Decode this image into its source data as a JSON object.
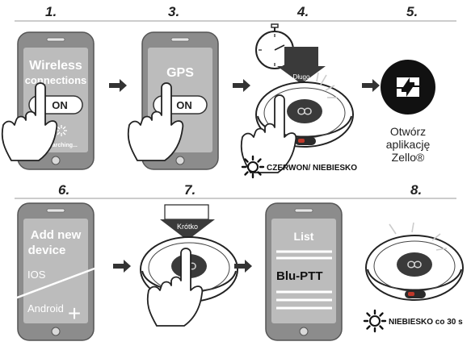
{
  "steps": [
    "1.",
    "3.",
    "4.",
    "5.",
    "6.",
    "7.",
    "8."
  ],
  "screens": {
    "s1_title_line1": "Wireless",
    "s1_title_line2": "connections",
    "s1_button": "ON",
    "s1_status": "Searching...",
    "s3_title": "GPS",
    "s3_button": "ON",
    "s6_title_line1": "Add new",
    "s6_title_line2": "device",
    "s6_opt1": "IOS",
    "s6_opt2": "Android",
    "s6_plus": "+",
    "s8_title": "List",
    "s8_item": "Blu-PTT"
  },
  "labels": {
    "long_press": "Długo",
    "short_press": "Krótko",
    "step4_caption": "CZERWON/ NIEBIESKO",
    "step8_caption": "NIEBIESKO co 30 s",
    "zello_line1": "Otwórz",
    "zello_line2": "aplikację",
    "zello_line3": "Zello®"
  },
  "colors": {
    "phone_body": "#8a8a8a",
    "phone_screen": "#b9b9b9",
    "dark_label": "#333333",
    "zello_bg": "#111111",
    "red_accent": "#d0392b"
  },
  "icons": [
    "stopwatch-icon",
    "sun-led-icon",
    "zello-logo-icon",
    "arrow-right-icon",
    "hand-pointer-icon",
    "ptt-device-icon"
  ]
}
